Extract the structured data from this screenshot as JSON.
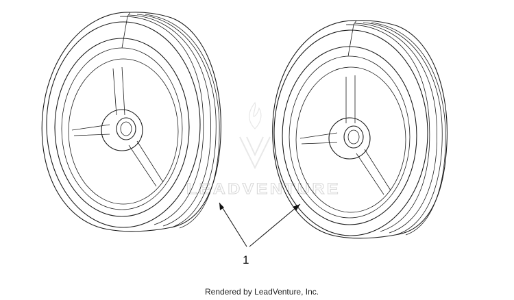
{
  "callout": {
    "label": "1"
  },
  "footer": {
    "credit": "Rendered by LeadVenture, Inc."
  },
  "watermark": {
    "text": "LEADVENTURE",
    "icon": "flame-logo-icon"
  },
  "parts": [
    {
      "name": "wheel",
      "callout": "1",
      "count": 2
    }
  ]
}
